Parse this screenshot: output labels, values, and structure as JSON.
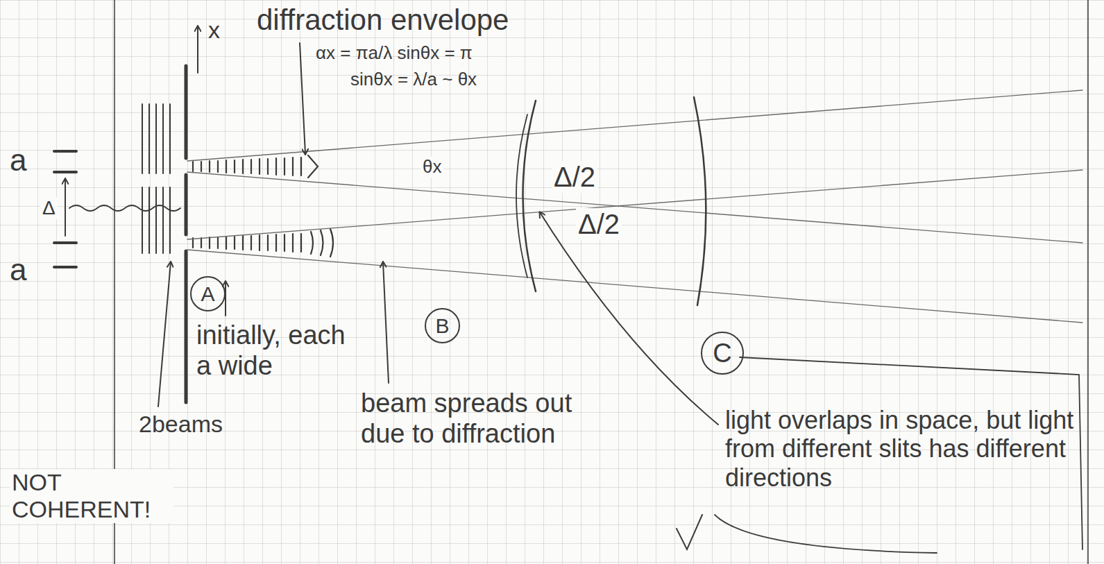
{
  "diagram": {
    "nodes": [
      {
        "text": [
          "A"
        ]
      },
      {
        "text": [
          "B"
        ]
      },
      {
        "text": [
          "C"
        ]
      }
    ],
    "labels": [
      "diffraction envelope",
      "αx = πa/λ sinθx = π",
      "sinθx = λ/a ~ θx",
      "x",
      "θx",
      "a",
      "Δ",
      "a",
      "Δ/2",
      "Δ/2",
      "initially, each a wide",
      "beam spreads out due to diffraction",
      "2beams",
      "NOT COHERENT!",
      "light overlaps in space, but light from different slits has different directions"
    ]
  }
}
